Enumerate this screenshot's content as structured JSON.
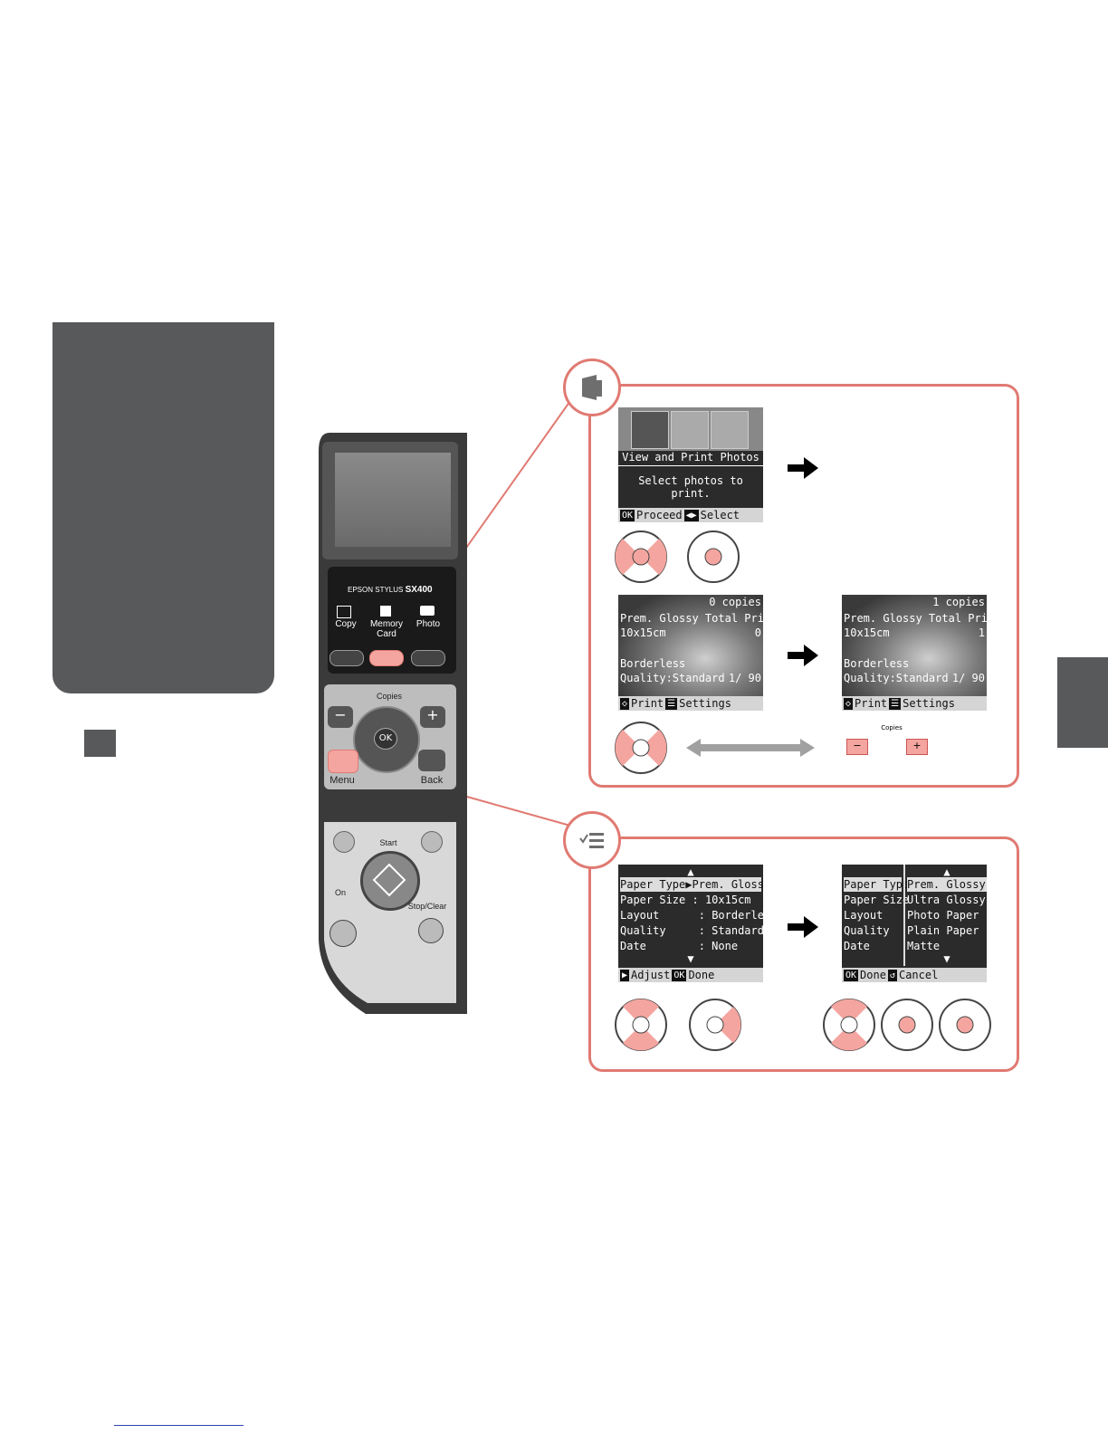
{
  "panel": {
    "brand": "EPSON STYLUS",
    "model": "SX400",
    "mode_copy": "Copy",
    "mode_memory": "Memory Card",
    "mode_photo": "Photo",
    "copies_label": "Copies",
    "minus": "−",
    "plus": "+",
    "ok": "OK",
    "menu": "Menu",
    "back": "Back",
    "start": "Start",
    "on": "On",
    "stop_clear": "Stop/Clear"
  },
  "screen1": {
    "title": "View and Print Photos",
    "message": "Select photos to print.",
    "key_ok": "OK",
    "proceed": "Proceed",
    "select": "Select"
  },
  "screen2": {
    "copies": "0 copies",
    "line1": "Prem. Glossy Total Print(s)",
    "size": "10x15cm",
    "count": "0",
    "layout": "Borderless",
    "quality": "Quality:Standard",
    "index": "1/ 90",
    "print": "Print",
    "settings": "Settings"
  },
  "screen3": {
    "copies": "1 copies",
    "line1": "Prem. Glossy Total Print(s)",
    "size": "10x15cm",
    "count": "1",
    "layout": "Borderless",
    "quality": "Quality:Standard",
    "index": "1/ 90",
    "print": "Print",
    "settings": "Settings"
  },
  "copies_small_label": "Copies",
  "settings_screen1": {
    "rows": [
      {
        "name": "Paper Type",
        "sep": "▶",
        "value": "Prem. Glossy"
      },
      {
        "name": "Paper Size",
        "sep": ":",
        "value": "10x15cm"
      },
      {
        "name": "Layout",
        "sep": ":",
        "value": "Borderless"
      },
      {
        "name": "Quality",
        "sep": ":",
        "value": "Standard"
      },
      {
        "name": "Date",
        "sep": ":",
        "value": "None"
      }
    ],
    "adjust": "Adjust",
    "key_ok": "OK",
    "done": "Done"
  },
  "settings_screen2": {
    "names": [
      "Paper Type",
      "Paper Size",
      "Layout",
      "Quality",
      "Date"
    ],
    "options": [
      "Prem. Glossy",
      "Ultra Glossy",
      "Photo Paper",
      "Plain Paper",
      "Matte"
    ],
    "key_ok": "OK",
    "done": "Done",
    "cancel": "Cancel"
  },
  "colors": {
    "accent": "#e07a72",
    "dark_gray": "#58595b"
  }
}
